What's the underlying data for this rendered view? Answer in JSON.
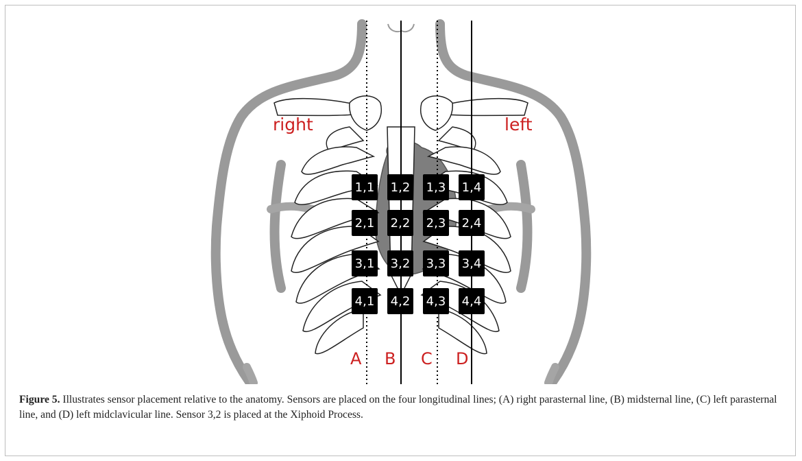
{
  "figure": {
    "side_labels": {
      "right": "right",
      "left": "left"
    },
    "line_labels": [
      "A",
      "B",
      "C",
      "D"
    ],
    "sensors": [
      [
        "1,1",
        "1,2",
        "1,3",
        "1,4"
      ],
      [
        "2,1",
        "2,2",
        "2,3",
        "2,4"
      ],
      [
        "3,1",
        "3,2",
        "3,3",
        "3,4"
      ],
      [
        "4,1",
        "4,2",
        "4,3",
        "4,4"
      ]
    ],
    "colors": {
      "label_red": "#cc2020",
      "anatomy_gray": "#9a9a9a",
      "sensor": "#000000"
    }
  },
  "caption": {
    "label": "Figure 5.",
    "text": " Illustrates sensor placement relative to the anatomy. Sensors are placed on the four longitudinal lines; (A) right parasternal line, (B) midsternal line, (C) left parasternal line, and (D) left midclavicular line. Sensor 3,2 is placed at the Xiphoid Process."
  }
}
